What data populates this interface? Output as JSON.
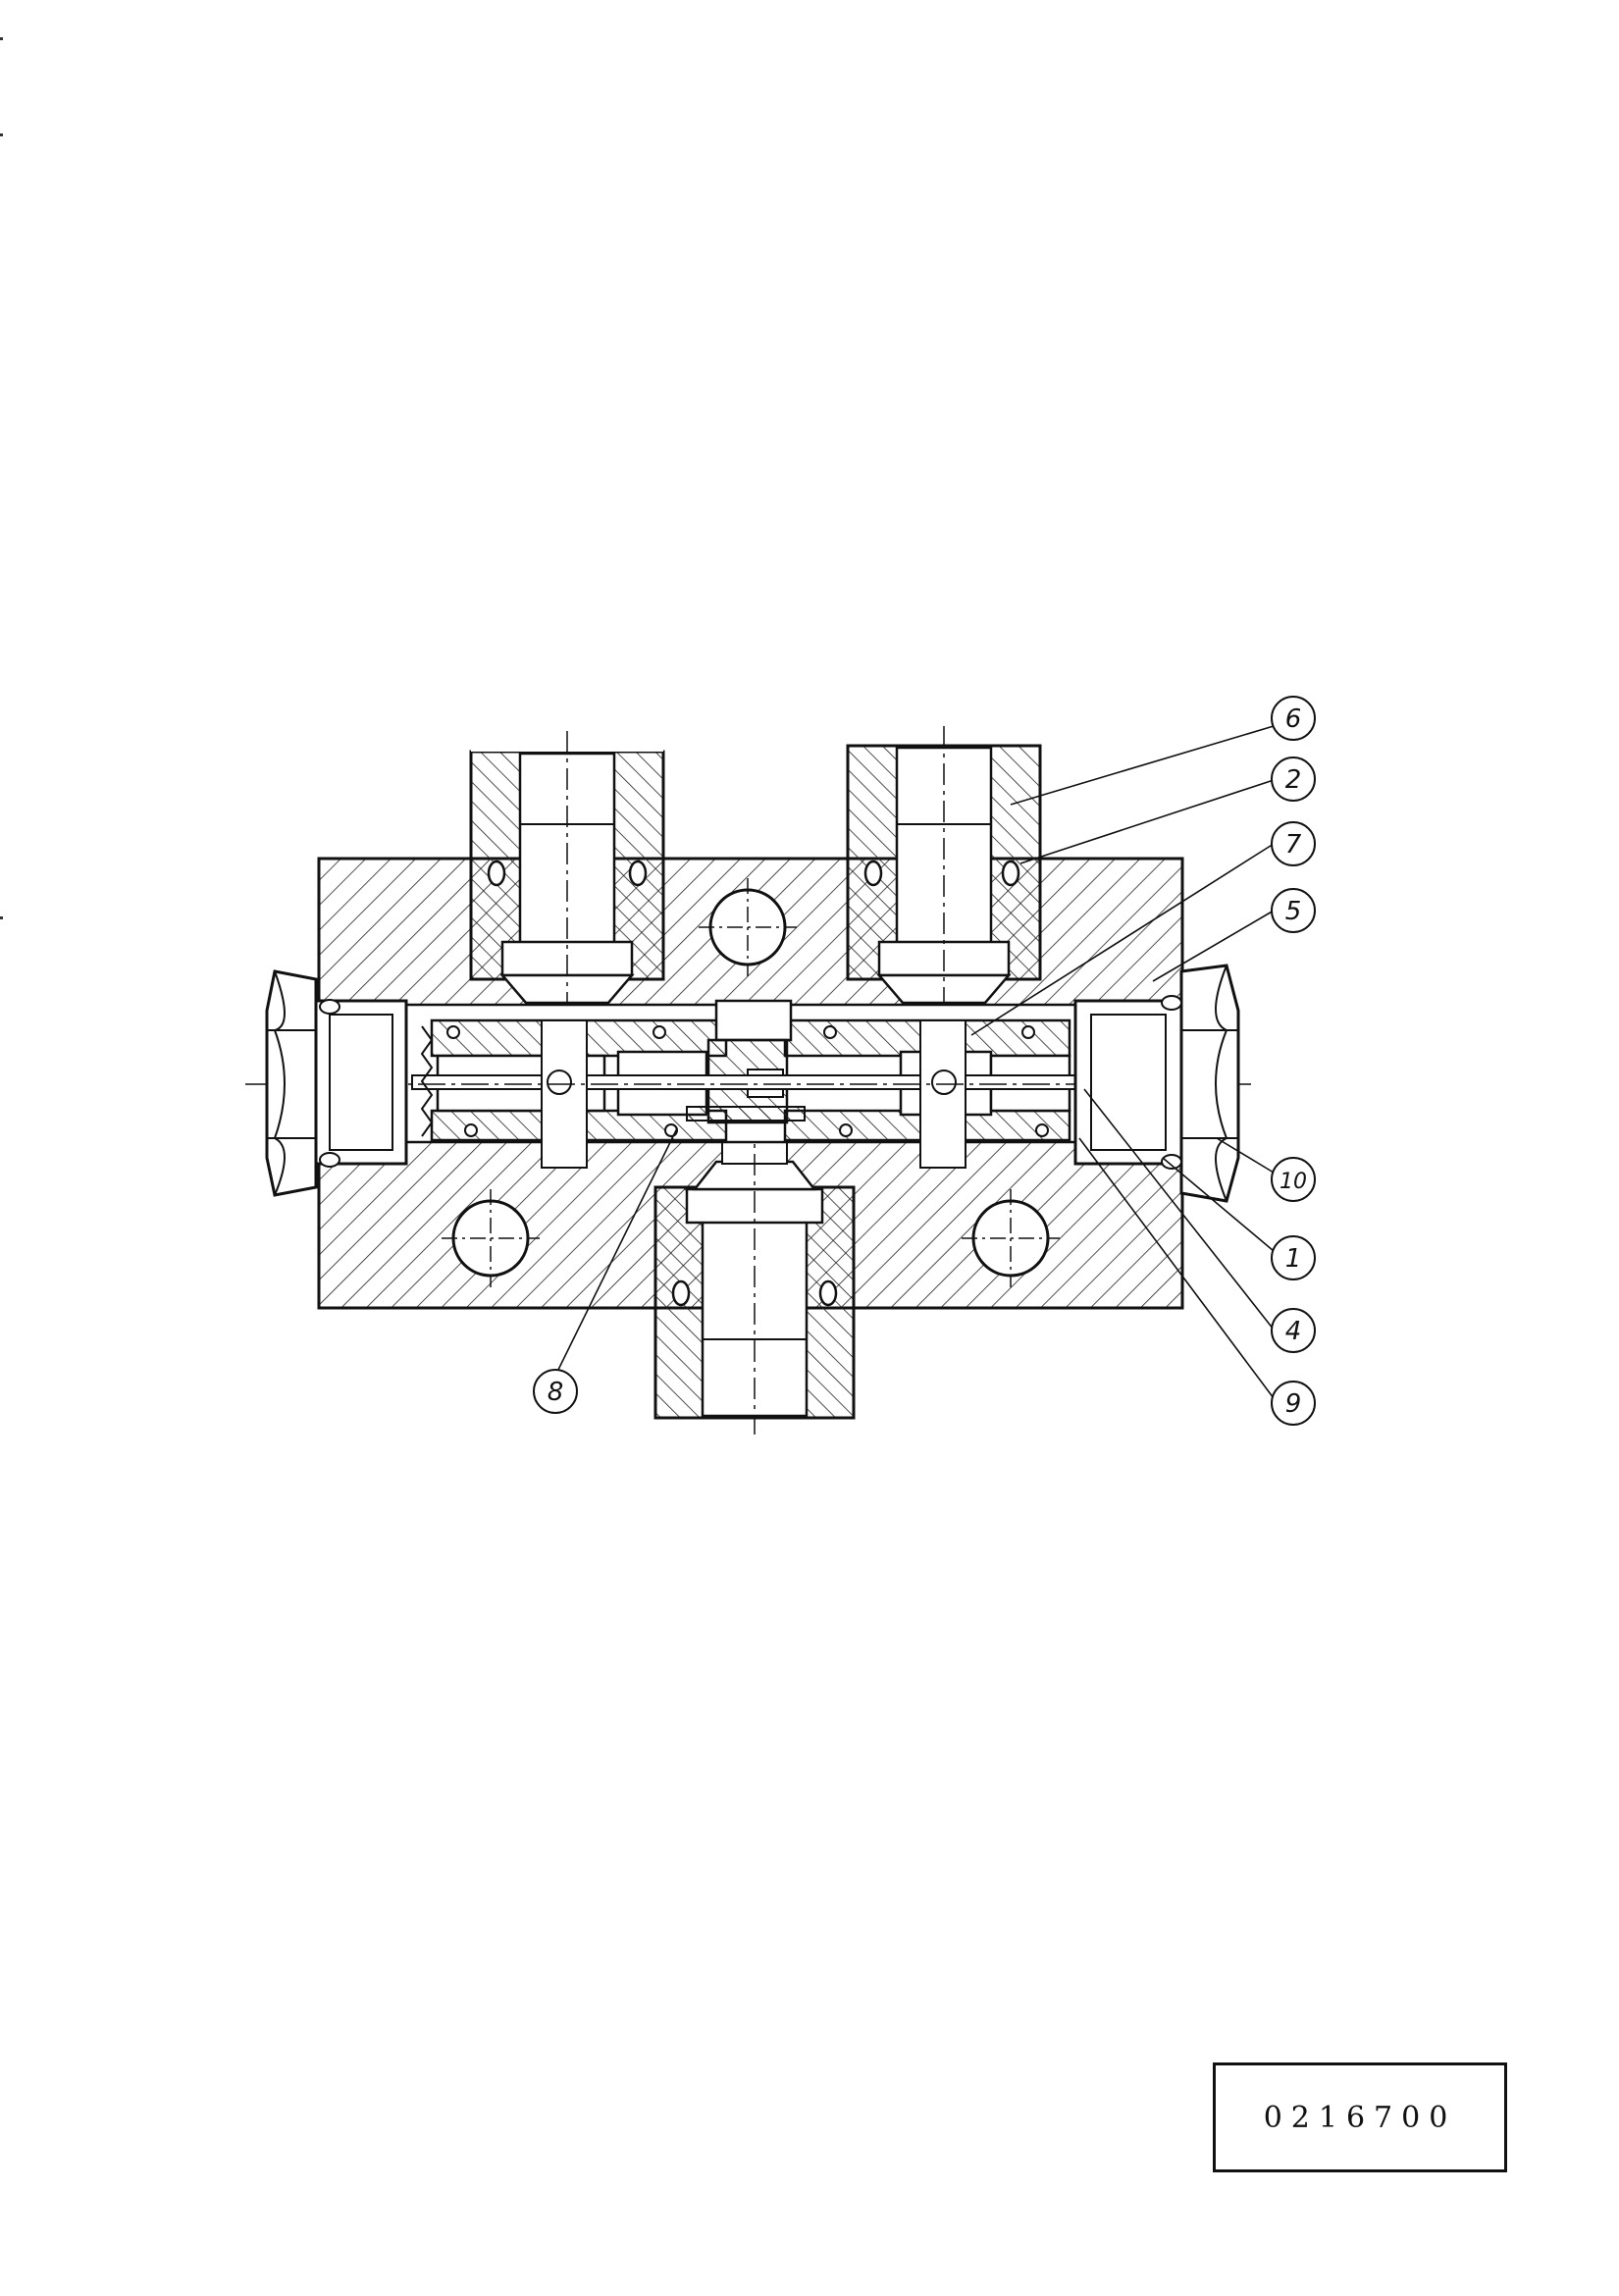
{
  "document": {
    "reference_number": "0216700"
  },
  "callouts": [
    {
      "id": "c6",
      "label": "6"
    },
    {
      "id": "c2",
      "label": "2"
    },
    {
      "id": "c7",
      "label": "7"
    },
    {
      "id": "c5",
      "label": "5"
    },
    {
      "id": "c10",
      "label": "10"
    },
    {
      "id": "c1",
      "label": "1"
    },
    {
      "id": "c4",
      "label": "4"
    },
    {
      "id": "c9",
      "label": "9"
    },
    {
      "id": "c8",
      "label": "8"
    }
  ]
}
